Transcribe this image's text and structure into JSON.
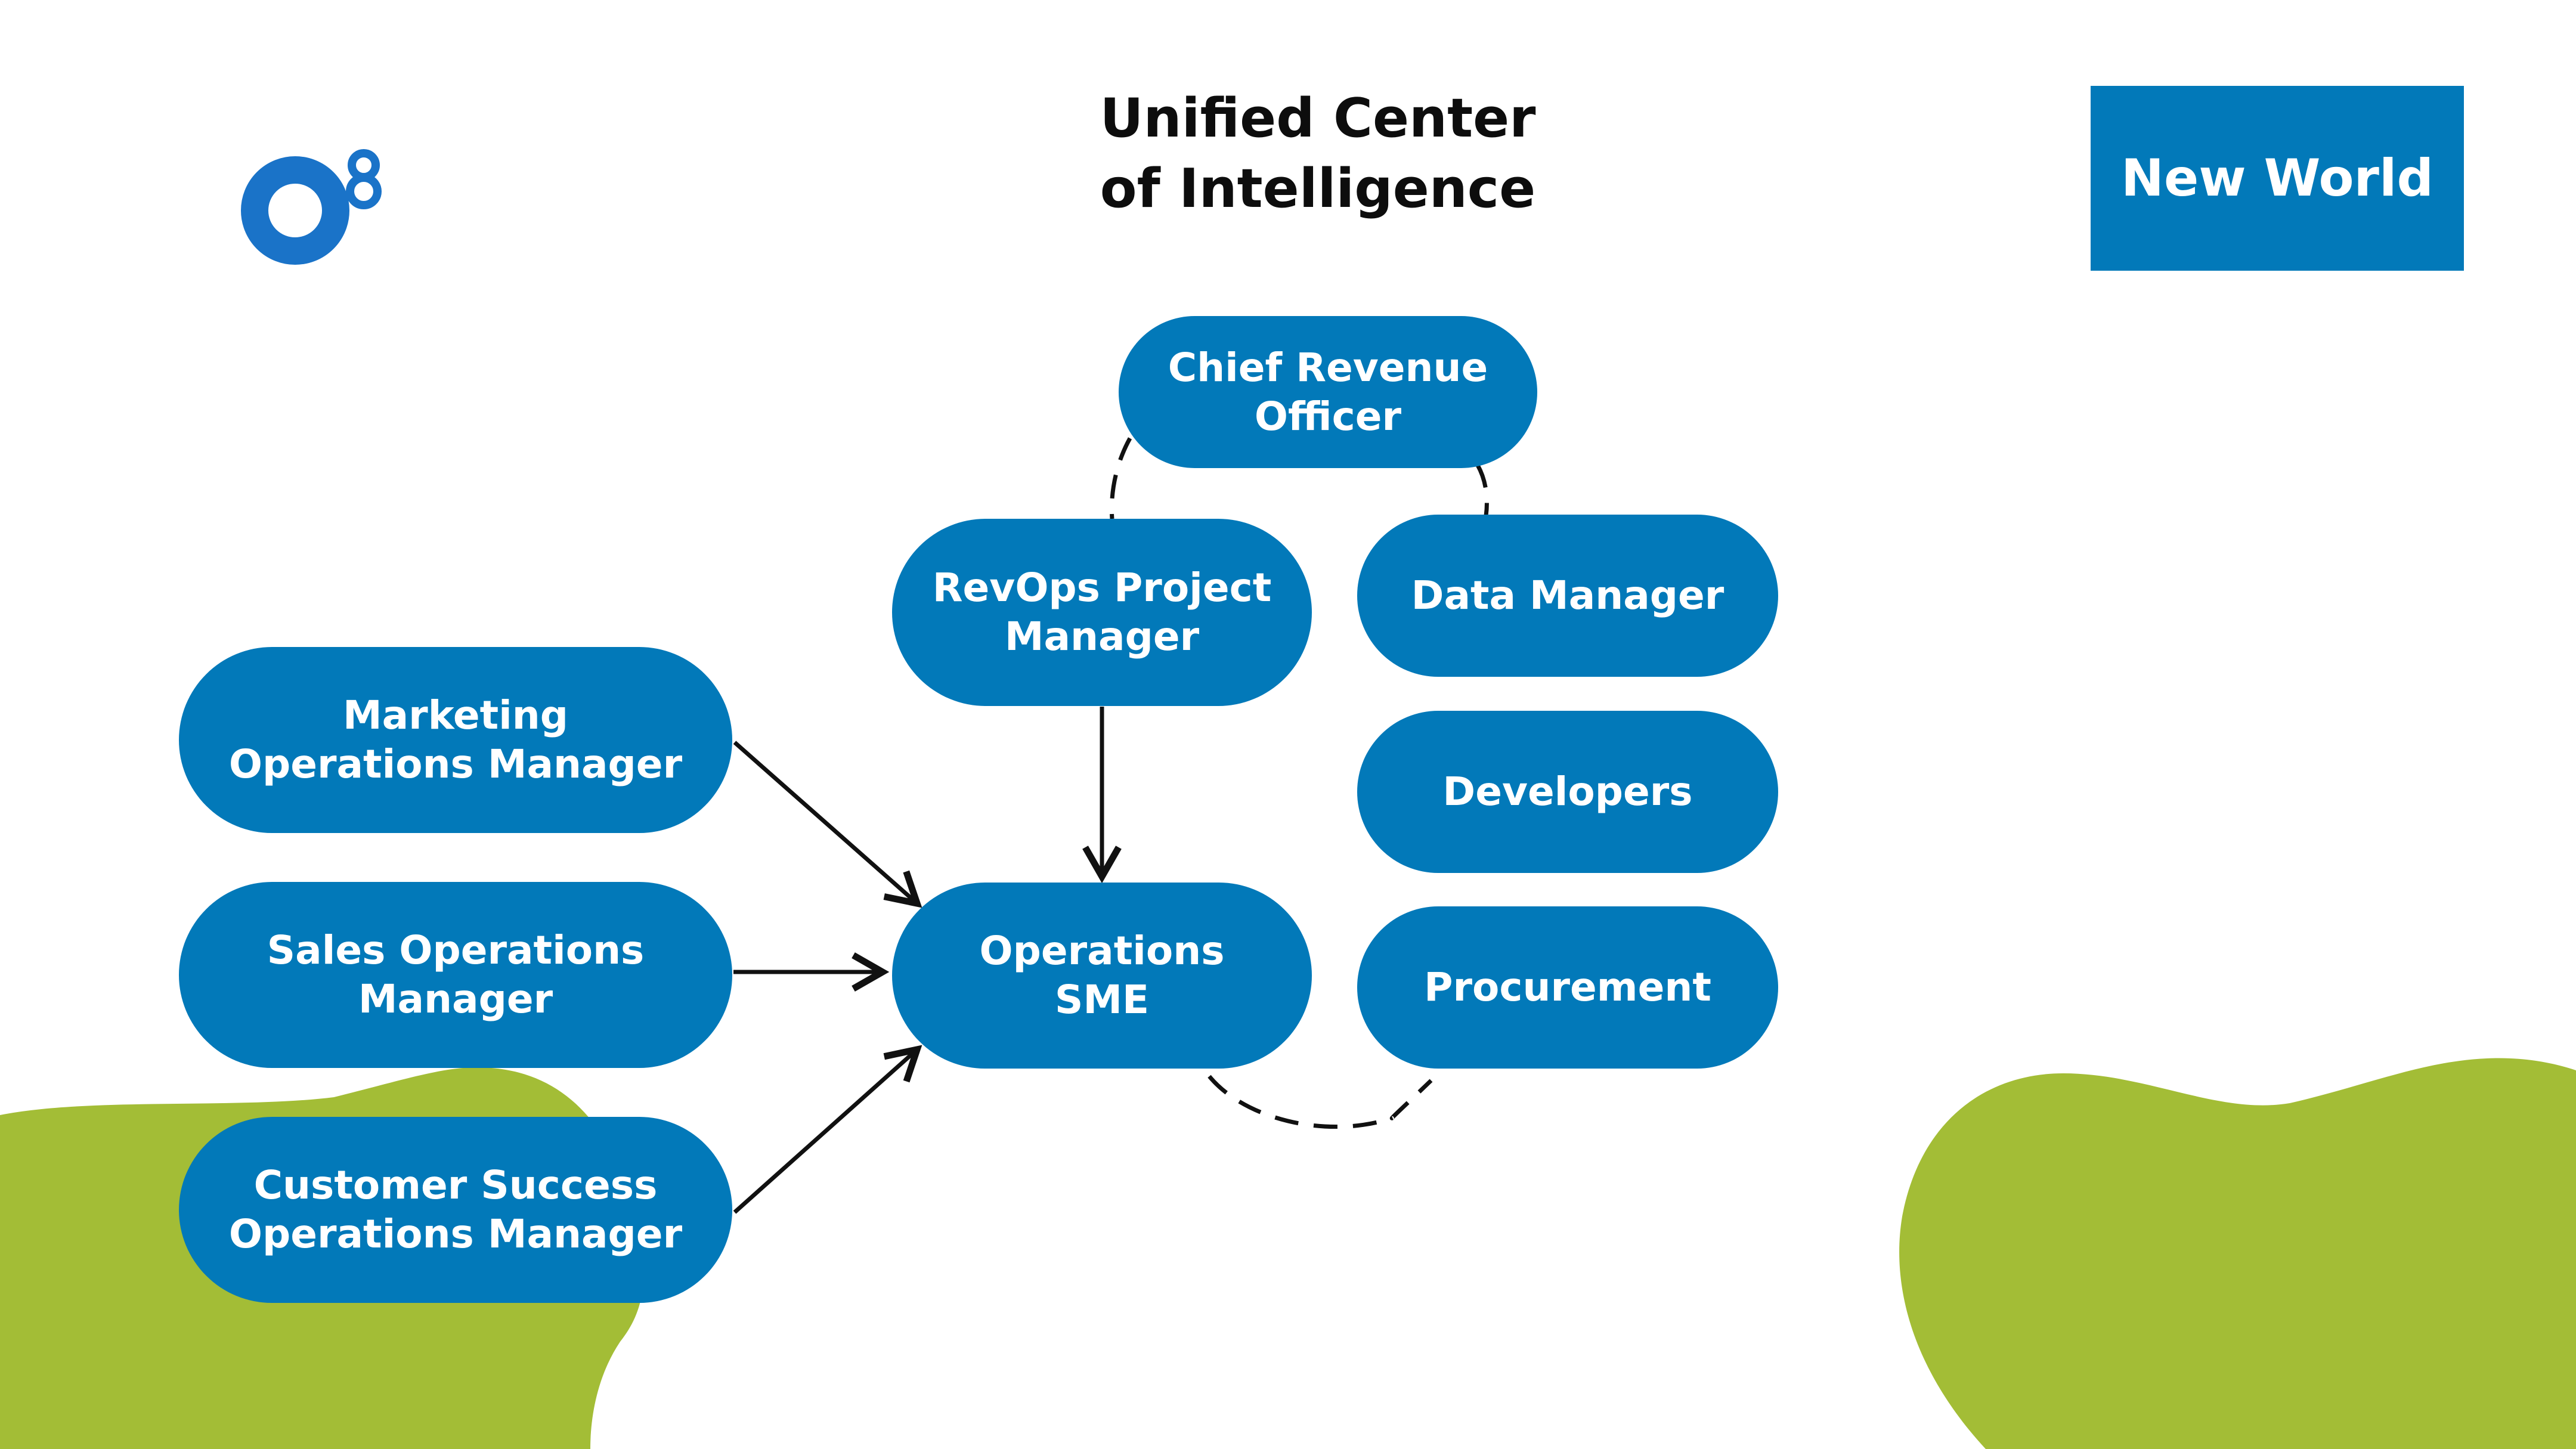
{
  "title": {
    "line1": "Unified Center",
    "line2": "of Intelligence"
  },
  "badge": "New World",
  "logo": {
    "superscript": "8",
    "color": "#1a73c8"
  },
  "colors": {
    "node": "#0279b9",
    "blob": "#a3bd36",
    "line": "#111111"
  },
  "nodes": {
    "cro": [
      "Chief Revenue",
      "Officer"
    ],
    "revops": [
      "RevOps Project",
      "Manager"
    ],
    "data_manager": [
      "Data Manager"
    ],
    "developers": [
      "Developers"
    ],
    "procurement": [
      "Procurement"
    ],
    "marketing": [
      "Marketing",
      "Operations Manager"
    ],
    "sales": [
      "Sales Operations",
      "Manager"
    ],
    "customer": [
      "Customer Success",
      "Operations Manager"
    ],
    "ops_sme": [
      "Operations",
      "SME"
    ]
  }
}
